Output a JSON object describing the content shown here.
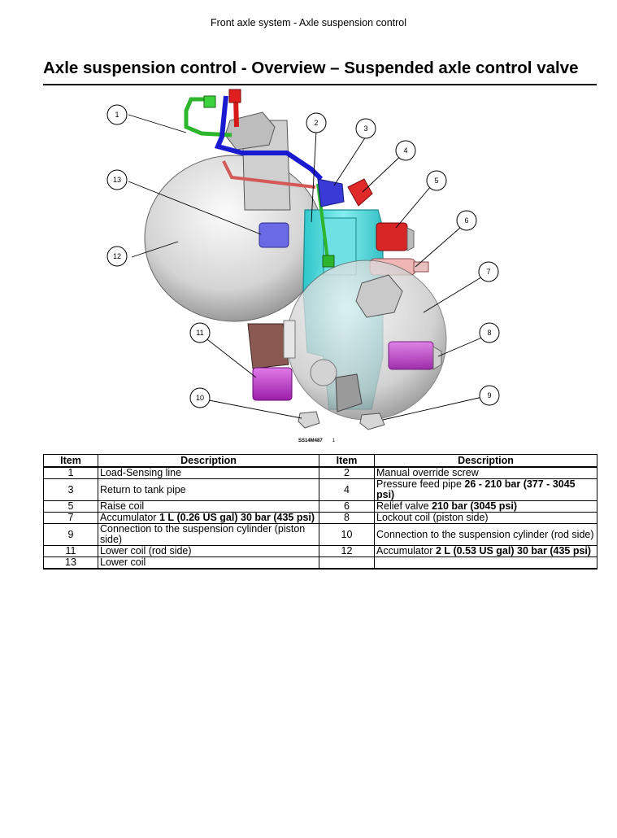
{
  "running_header": "Front axle system - Axle suspension control",
  "title": "Axle suspension control - Overview – Suspended axle control valve",
  "figure": {
    "code": "SS14M487",
    "code_suffix": "1",
    "callouts": [
      "1",
      "2",
      "3",
      "4",
      "5",
      "6",
      "7",
      "8",
      "9",
      "10",
      "11",
      "12",
      "13"
    ]
  },
  "table": {
    "headers": [
      "Item",
      "Description",
      "Item",
      "Description"
    ],
    "rows": [
      {
        "left_item": "1",
        "left_desc": [
          {
            "t": "Load-Sensing line"
          }
        ],
        "right_item": "2",
        "right_desc": [
          {
            "t": "Manual override screw"
          }
        ]
      },
      {
        "left_item": "3",
        "left_desc": [
          {
            "t": "Return to tank pipe"
          }
        ],
        "right_item": "4",
        "right_desc": [
          {
            "t": "Pressure feed pipe "
          },
          {
            "t": "26 - 210 bar",
            "b": true
          },
          {
            "t": " "
          },
          {
            "t": "(377 - 3045 psi)",
            "b": true
          }
        ]
      },
      {
        "left_item": "5",
        "left_desc": [
          {
            "t": "Raise coil"
          }
        ],
        "right_item": "6",
        "right_desc": [
          {
            "t": "Relief valve "
          },
          {
            "t": "210 bar",
            "b": true
          },
          {
            "t": " "
          },
          {
            "t": "(3045 psi)",
            "b": true
          }
        ]
      },
      {
        "left_item": "7",
        "left_desc": [
          {
            "t": "Accumulator "
          },
          {
            "t": "1 L",
            "b": true
          },
          {
            "t": " "
          },
          {
            "t": "(0.26 US gal)",
            "b": true
          },
          {
            "t": " "
          },
          {
            "t": "30 bar",
            "b": true
          },
          {
            "t": " "
          },
          {
            "t": "(435 psi)",
            "b": true
          }
        ],
        "right_item": "8",
        "right_desc": [
          {
            "t": "Lockout coil (piston side)"
          }
        ]
      },
      {
        "left_item": "9",
        "left_desc": [
          {
            "t": "Connection to the suspension cylinder (piston side)"
          }
        ],
        "right_item": "10",
        "right_desc": [
          {
            "t": "Connection to the suspension cylinder (rod side)"
          }
        ]
      },
      {
        "left_item": "11",
        "left_desc": [
          {
            "t": "Lower coil (rod side)"
          }
        ],
        "right_item": "12",
        "right_desc": [
          {
            "t": "Accumulator "
          },
          {
            "t": "2 L",
            "b": true
          },
          {
            "t": " "
          },
          {
            "t": "(0.53 US gal)",
            "b": true
          },
          {
            "t": " "
          },
          {
            "t": "30 bar",
            "b": true
          },
          {
            "t": " "
          },
          {
            "t": "(435 psi)",
            "b": true
          }
        ]
      },
      {
        "left_item": "13",
        "left_desc": [
          {
            "t": "Lower coil"
          }
        ],
        "right_item": "",
        "right_desc": []
      }
    ]
  }
}
